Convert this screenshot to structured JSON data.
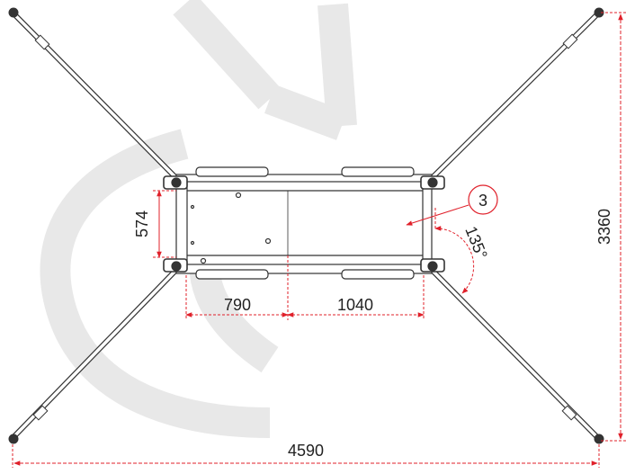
{
  "drawing": {
    "dimensions": {
      "width_inner": "574",
      "segment_left": "790",
      "segment_right": "1040",
      "height_total": "3360",
      "width_total": "4590",
      "angle": "135°"
    },
    "callout": {
      "label": "3"
    },
    "watermark": {
      "text": "C4"
    },
    "colors": {
      "dimension": "#e0202a",
      "structure": "#333333",
      "watermark": "#e6e6e6",
      "background": "#ffffff"
    }
  }
}
